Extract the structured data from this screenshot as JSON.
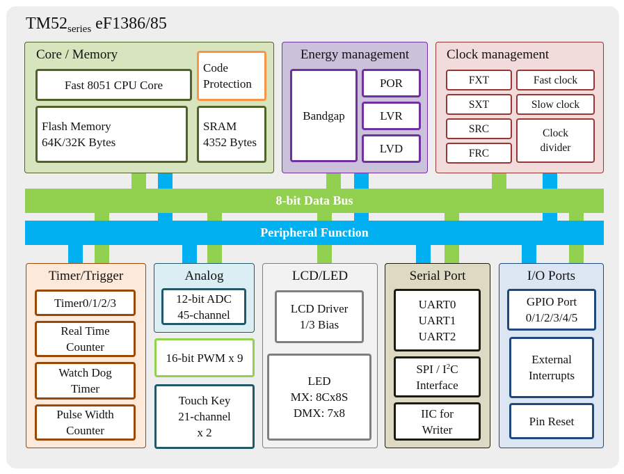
{
  "title": {
    "main": "TM52",
    "sub": "series",
    "chip": "eF1386/85"
  },
  "bus": {
    "data_bus": "8-bit Data Bus",
    "peripheral": "Peripheral Function"
  },
  "core": {
    "label": "Core / Memory",
    "cpu": "Fast 8051 CPU Core",
    "code_protection": "Code\nProtection",
    "flash": "Flash Memory\n64K/32K Bytes",
    "sram": "SRAM\n4352 Bytes"
  },
  "energy": {
    "label": "Energy management",
    "bandgap": "Bandgap",
    "por": "POR",
    "lvr": "LVR",
    "lvd": "LVD"
  },
  "clock": {
    "label": "Clock management",
    "fxt": "FXT",
    "sxt": "SXT",
    "src": "SRC",
    "frc": "FRC",
    "fast": "Fast clock",
    "slow": "Slow clock",
    "divider": "Clock\ndivider"
  },
  "timer": {
    "label": "Timer/Trigger",
    "timer": "Timer0/1/2/3",
    "rtc": "Real Time\nCounter",
    "wdt": "Watch Dog\nTimer",
    "pwc": "Pulse Width\nCounter"
  },
  "analog": {
    "label": "Analog",
    "adc": "12-bit ADC\n45-channel",
    "pwm": "16-bit PWM x 9",
    "touch": "Touch Key\n21-channel\nx 2"
  },
  "lcd": {
    "label": "LCD/LED",
    "driver": "LCD Driver\n1/3 Bias",
    "led": "LED\nMX: 8Cx8S\nDMX: 7x8"
  },
  "serial": {
    "label": "Serial Port",
    "uart": "UART0\nUART1\nUART2",
    "spi_pre": "SPI / I",
    "spi_sup": "2",
    "spi_post": "C",
    "spi_line2": "Interface",
    "iic": "IIC for\nWriter"
  },
  "io": {
    "label": "I/O Ports",
    "gpio": "GPIO Port\n0/1/2/3/4/5",
    "ext": "External\nInterrupts",
    "reset": "Pin Reset"
  },
  "colors": {
    "data_bus": "#92d050",
    "peripheral_bus": "#00b0f0",
    "core_fill": "#d7e4bd",
    "core_border": "#4f6228",
    "energy_fill": "#ccc1da",
    "energy_border": "#7030a0",
    "clock_fill": "#f2dcdb",
    "clock_border": "#953735",
    "timer_fill": "#fde9d9",
    "timer_border": "#984807",
    "analog_fill": "#dbeef4",
    "analog_border": "#215968",
    "lcd_fill": "#f2f2f2",
    "lcd_border": "#7f7f7f",
    "serial_fill": "#ddd9c3",
    "serial_border": "#1d1b10",
    "io_fill": "#dce6f2",
    "io_border": "#1f497d"
  }
}
